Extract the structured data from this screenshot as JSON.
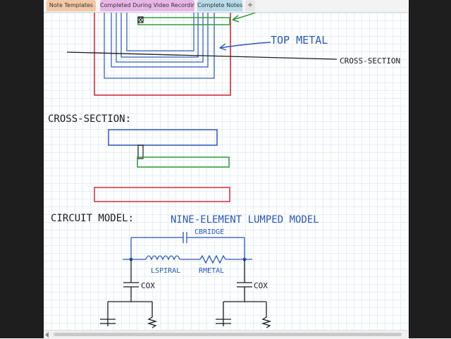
{
  "tabs": [
    {
      "label": "Note Templates"
    },
    {
      "label": "Completed During Video Recording"
    },
    {
      "label": "Complete Notes"
    }
  ],
  "add_tab_label": "+",
  "notes": {
    "top_metal_label": "TOP METAL",
    "cross_section_line_label": "CROSS-SECTION",
    "cross_section_heading": "CROSS-SECTION:",
    "circuit_model_heading": "CIRCUIT MODEL:",
    "circuit_model_subtitle": "NINE-ELEMENT LUMPED MODEL",
    "cbridge_label": "CBRIDGE",
    "lspiral_label": "LSPIRAL",
    "rmetal_label": "RMETAL",
    "cox_left_label": "COX",
    "cox_right_label": "COX"
  },
  "colors": {
    "ink": "#1a1a1a",
    "blue_ink": "#2a56b8",
    "red_ink": "#d42a3a",
    "green_ink": "#2f9a3a",
    "tab_templates": "#f2c8a6",
    "tab_completed": "#e8b6e6",
    "tab_complete_notes": "#b7dbe8"
  }
}
